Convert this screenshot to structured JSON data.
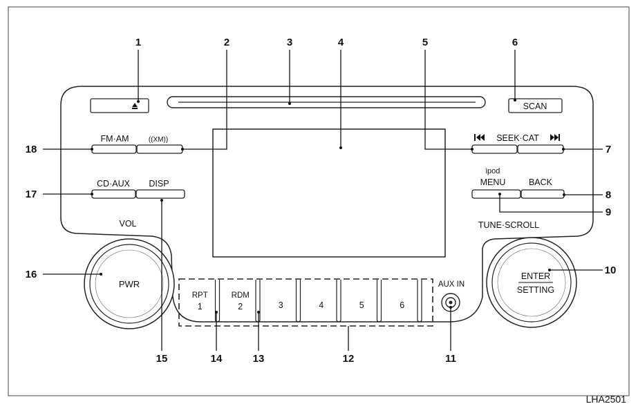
{
  "figure_id": "LHA2501",
  "callouts": [
    "1",
    "2",
    "3",
    "4",
    "5",
    "6",
    "7",
    "8",
    "9",
    "10",
    "11",
    "12",
    "13",
    "14",
    "15",
    "16",
    "17",
    "18"
  ],
  "buttons": {
    "fm_am": "FM·AM",
    "xm": "((XM))",
    "cd_aux": "CD·AUX",
    "disp": "DISP",
    "scan": "SCAN",
    "seek_cat": "SEEK·CAT",
    "ipod": "ipod",
    "menu": "MENU",
    "back": "BACK",
    "pwr": "PWR",
    "enter": "ENTER",
    "setting": "SETTING",
    "aux_in": "AUX IN",
    "eject_icon": "eject-icon",
    "prev_icon": "skip-back-icon",
    "next_icon": "skip-forward-icon"
  },
  "labels": {
    "vol": "VOL",
    "tune_scroll": "TUNE·SCROLL"
  },
  "presets": [
    {
      "sub": "RPT",
      "num": "1"
    },
    {
      "sub": "RDM",
      "num": "2"
    },
    {
      "sub": "",
      "num": "3"
    },
    {
      "sub": "",
      "num": "4"
    },
    {
      "sub": "",
      "num": "5"
    },
    {
      "sub": "",
      "num": "6"
    }
  ]
}
